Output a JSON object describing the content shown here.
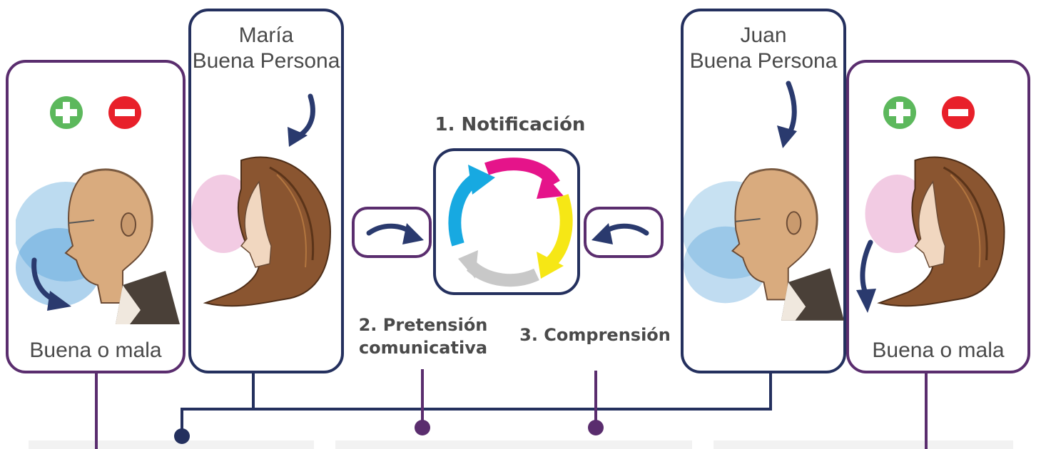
{
  "people": {
    "maria": {
      "name_line1": "María",
      "name_line2": "Buena Persona"
    },
    "juan": {
      "name_line1": "Juan",
      "name_line2": "Buena Persona"
    }
  },
  "judgment": {
    "left_label": "Buena o mala",
    "right_label": "Buena o mala"
  },
  "steps": {
    "notification": "1. Notificación",
    "pretension_line1": "2. Pretensión",
    "pretension_line2": "comunicativa",
    "comprehension": "3. Comprensión"
  },
  "colors": {
    "purple": "#5a2d6e",
    "navy": "#24305e",
    "arrow_navy": "#2a3a6e",
    "plus_green": "#5cb85c",
    "minus_red": "#e8202a",
    "cycle_cyan": "#17a9e1",
    "cycle_magenta": "#e5148a",
    "cycle_yellow": "#f6e715",
    "cycle_gray": "#c8c8c8"
  },
  "icons": [
    "plus-icon",
    "minus-icon",
    "curved-arrow-icon",
    "cycle-arrows-icon",
    "bald-man-portrait",
    "long-hair-woman-portrait"
  ]
}
